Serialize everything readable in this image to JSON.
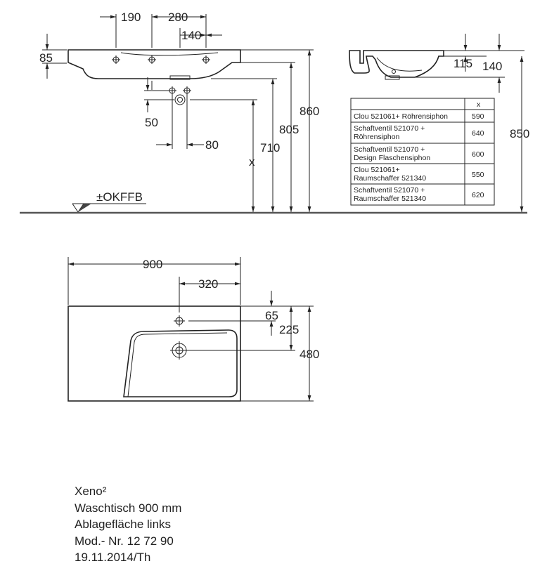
{
  "side_view": {
    "dimensions": {
      "d190": "190",
      "d280": "280",
      "d140_top": "140",
      "d85": "85",
      "d50": "50",
      "d80": "80",
      "d860": "860",
      "d805": "805",
      "d710": "710",
      "dx": "x"
    },
    "floor_label": "±OKFFB"
  },
  "section_view": {
    "dimensions": {
      "d115": "115",
      "d140": "140",
      "d850": "850"
    }
  },
  "siphon_table": {
    "header": [
      "",
      "x"
    ],
    "rows": [
      {
        "lines": [
          "Clou 521061+ Röhrensiphon"
        ],
        "x": "590"
      },
      {
        "lines": [
          "Schaftventil 521070 +",
          "Röhrensiphon"
        ],
        "x": "640"
      },
      {
        "lines": [
          "Schaftventil 521070 +",
          "Design Flaschensiphon"
        ],
        "x": "600"
      },
      {
        "lines": [
          "Clou 521061+",
          "Raumschaffer 521340"
        ],
        "x": "550"
      },
      {
        "lines": [
          "Schaftventil 521070 +",
          "Raumschaffer 521340"
        ],
        "x": "620"
      }
    ]
  },
  "top_view": {
    "dimensions": {
      "d900": "900",
      "d320": "320",
      "d65": "65",
      "d225": "225",
      "d480": "480"
    }
  },
  "info": {
    "line1": "Xeno²",
    "line2": "Waschtisch 900 mm",
    "line3": "Ablagefläche links",
    "line4": "Mod.- Nr. 12 72 90",
    "line5": "19.11.2014/Th"
  }
}
